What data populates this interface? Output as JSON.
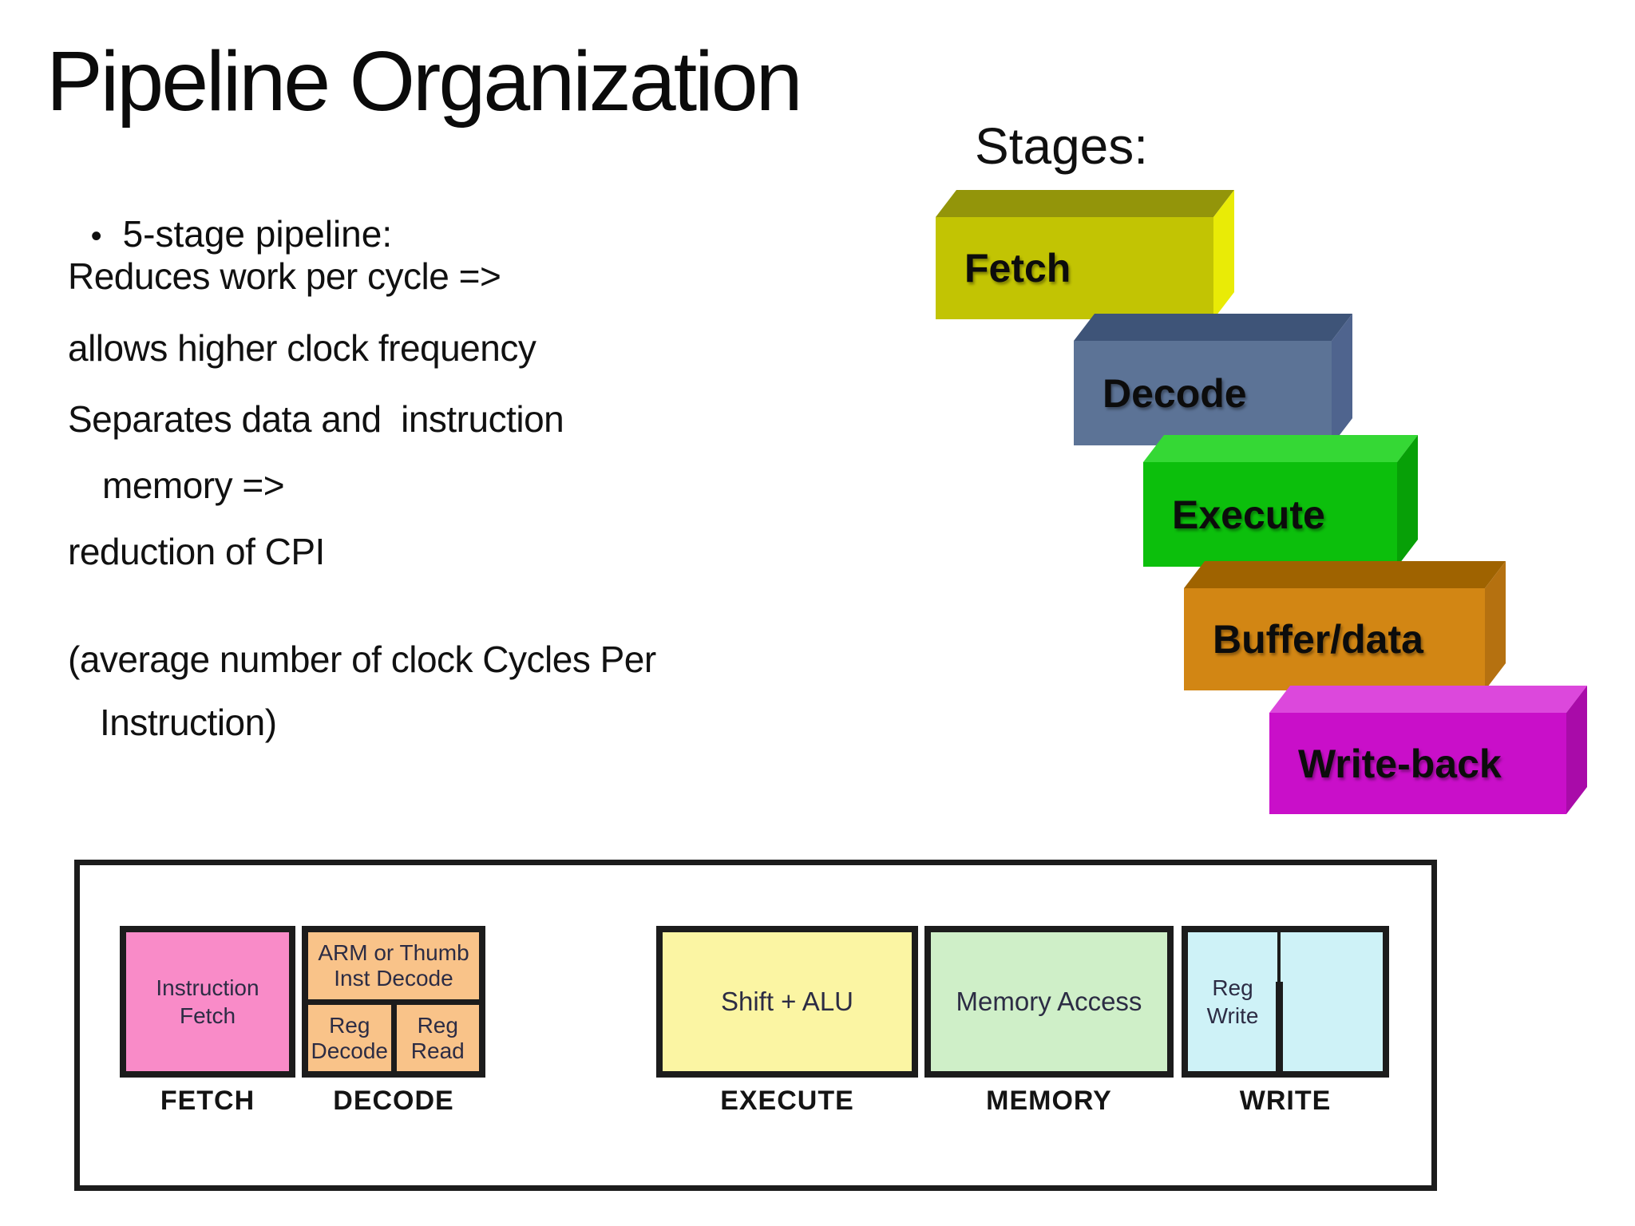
{
  "slide": {
    "title": "Pipeline Organization",
    "stages_heading": "Stages:",
    "bullet_char": "•",
    "bullet_text": "5-stage pipeline:",
    "body_lines": [
      "Reduces work per cycle =>",
      "allows higher clock frequency",
      "Separates data and  instruction",
      "memory =>",
      "reduction of CPI",
      "(average number of clock Cycles Per",
      "Instruction)"
    ],
    "stage_blocks": [
      {
        "label": "Fetch",
        "front_color": "#c2c403",
        "top_color": "#93950a",
        "side_color": "#e9eb06"
      },
      {
        "label": "Decode",
        "front_color": "#5c7396",
        "top_color": "#3e5478",
        "side_color": "#4f648e"
      },
      {
        "label": "Execute",
        "front_color": "#0cbf0c",
        "top_color": "#35d835",
        "side_color": "#07a007"
      },
      {
        "label": "Buffer/data",
        "front_color": "#d28614",
        "top_color": "#9f6300",
        "side_color": "#b57110"
      },
      {
        "label": "Write-back",
        "front_color": "#c90fc9",
        "top_color": "#dc48dc",
        "side_color": "#a90ba9"
      }
    ],
    "pipeline_diagram": {
      "fetch_box": {
        "line1": "Instruction",
        "line2": "Fetch",
        "fill": "#f98bc8"
      },
      "decode_box": {
        "top_line1": "ARM or Thumb",
        "top_line2": "Inst Decode",
        "cell1_line1": "Reg",
        "cell1_line2": "Decode",
        "cell2_line1": "Reg",
        "cell2_line2": "Read",
        "fill": "#f9c389"
      },
      "execute_box": {
        "label": "Shift + ALU",
        "fill": "#fbf5a3"
      },
      "memory_box": {
        "label": "Memory Access",
        "fill": "#cfefc8"
      },
      "write_box": {
        "line1": "Reg",
        "line2": "Write",
        "fill": "#cef2f7"
      },
      "stage_labels": [
        "FETCH",
        "DECODE",
        "EXECUTE",
        "MEMORY",
        "WRITE"
      ]
    }
  }
}
